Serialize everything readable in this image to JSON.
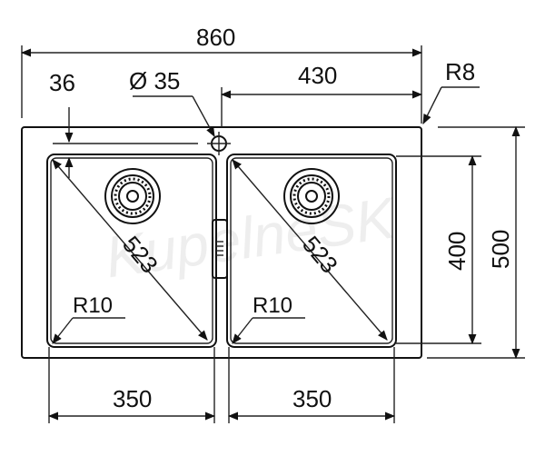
{
  "dimensions": {
    "overall_width": "860",
    "offset_36": "36",
    "hole_diameter": "Ø 35",
    "half_width": "430",
    "corner_radius_outer": "R8",
    "bowl_diagonal_left": "523",
    "bowl_diagonal_right": "523",
    "bowl_radius_left": "R10",
    "bowl_radius_right": "R10",
    "bowl_height": "400",
    "overall_height": "500",
    "bowl_width_left": "350",
    "bowl_width_right": "350"
  },
  "watermark": {
    "text": "KupelneSK"
  }
}
